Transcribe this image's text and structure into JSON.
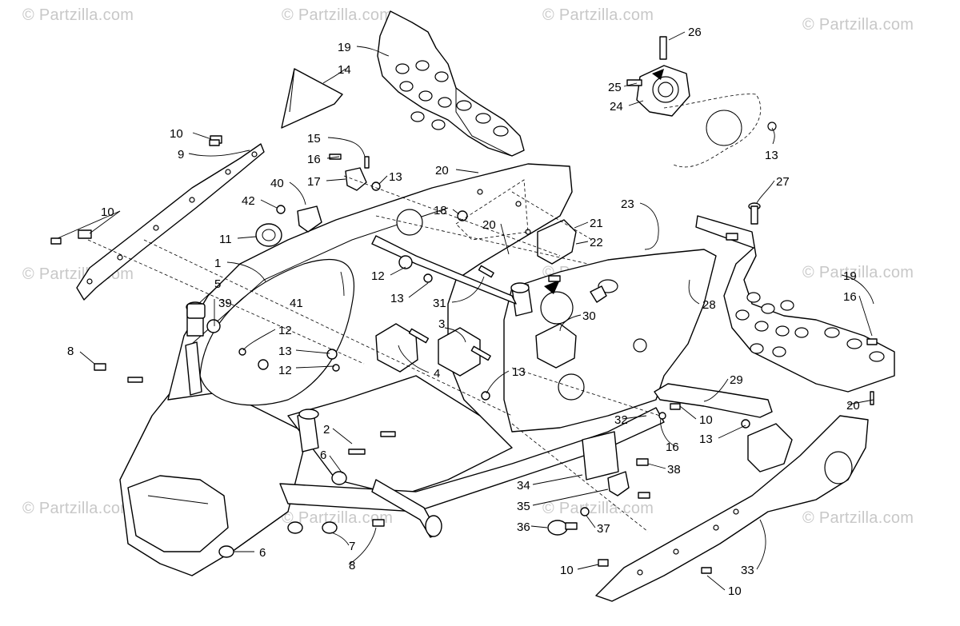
{
  "watermark": "© Partzilla.com",
  "callouts": [
    {
      "id": "c19a",
      "text": "19"
    },
    {
      "id": "c14",
      "text": "14"
    },
    {
      "id": "c26",
      "text": "26"
    },
    {
      "id": "c25",
      "text": "25"
    },
    {
      "id": "c24",
      "text": "24"
    },
    {
      "id": "c13a",
      "text": "13"
    },
    {
      "id": "c10a",
      "text": "10"
    },
    {
      "id": "c9",
      "text": "9"
    },
    {
      "id": "c15",
      "text": "15"
    },
    {
      "id": "c16a",
      "text": "16"
    },
    {
      "id": "c17",
      "text": "17"
    },
    {
      "id": "c13b",
      "text": "13"
    },
    {
      "id": "c20a",
      "text": "20"
    },
    {
      "id": "c27",
      "text": "27"
    },
    {
      "id": "c40",
      "text": "40"
    },
    {
      "id": "c42",
      "text": "42"
    },
    {
      "id": "c18",
      "text": "18"
    },
    {
      "id": "c23",
      "text": "23"
    },
    {
      "id": "c10b",
      "text": "10"
    },
    {
      "id": "c21",
      "text": "21"
    },
    {
      "id": "c20b",
      "text": "20"
    },
    {
      "id": "c22",
      "text": "22"
    },
    {
      "id": "c11",
      "text": "11"
    },
    {
      "id": "c1",
      "text": "1"
    },
    {
      "id": "c12a",
      "text": "12"
    },
    {
      "id": "c19b",
      "text": "19"
    },
    {
      "id": "c5",
      "text": "5"
    },
    {
      "id": "c13c",
      "text": "13"
    },
    {
      "id": "c31",
      "text": "31"
    },
    {
      "id": "c28",
      "text": "28"
    },
    {
      "id": "c16b",
      "text": "16"
    },
    {
      "id": "c39",
      "text": "39"
    },
    {
      "id": "c41",
      "text": "41"
    },
    {
      "id": "c3",
      "text": "3"
    },
    {
      "id": "c30",
      "text": "30"
    },
    {
      "id": "c12b",
      "text": "12"
    },
    {
      "id": "c8a",
      "text": "8"
    },
    {
      "id": "c13d",
      "text": "13"
    },
    {
      "id": "c12c",
      "text": "12"
    },
    {
      "id": "c4",
      "text": "4"
    },
    {
      "id": "c13e",
      "text": "13"
    },
    {
      "id": "c29",
      "text": "29"
    },
    {
      "id": "c10c",
      "text": "10"
    },
    {
      "id": "c20c",
      "text": "20"
    },
    {
      "id": "c32",
      "text": "32"
    },
    {
      "id": "c13f",
      "text": "13"
    },
    {
      "id": "c2",
      "text": "2"
    },
    {
      "id": "c16c",
      "text": "16"
    },
    {
      "id": "c6a",
      "text": "6"
    },
    {
      "id": "c38",
      "text": "38"
    },
    {
      "id": "c34",
      "text": "34"
    },
    {
      "id": "c35",
      "text": "35"
    },
    {
      "id": "c36",
      "text": "36"
    },
    {
      "id": "c37",
      "text": "37"
    },
    {
      "id": "c7",
      "text": "7"
    },
    {
      "id": "c6b",
      "text": "6"
    },
    {
      "id": "c8b",
      "text": "8"
    },
    {
      "id": "c10d",
      "text": "10"
    },
    {
      "id": "c33",
      "text": "33"
    },
    {
      "id": "c10e",
      "text": "10"
    }
  ]
}
